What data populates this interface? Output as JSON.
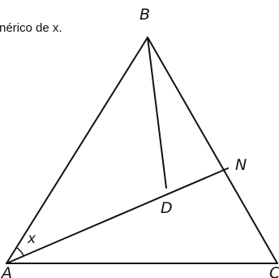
{
  "caption": "nérico de x.",
  "points": {
    "A": "A",
    "B": "B",
    "C": "C",
    "D": "D",
    "N": "N"
  },
  "angle_label": "x"
}
